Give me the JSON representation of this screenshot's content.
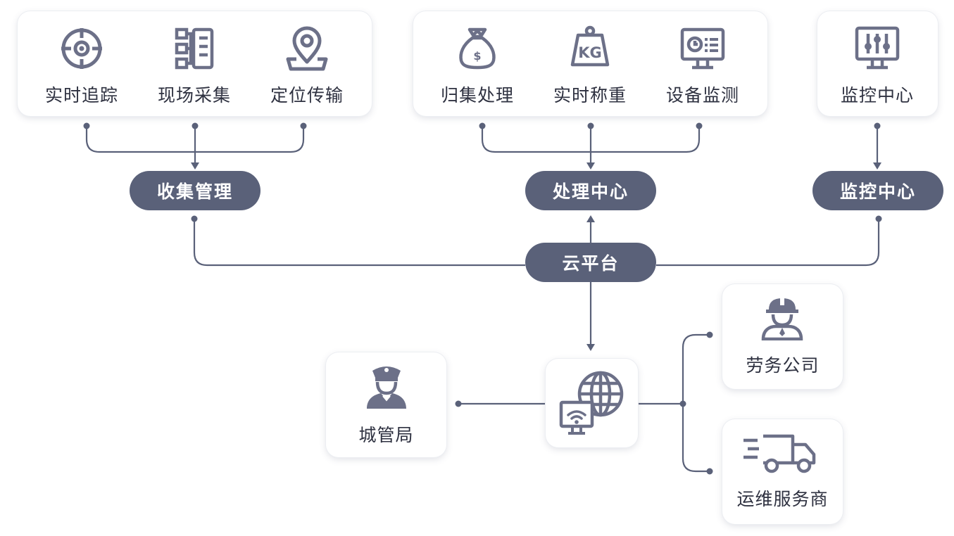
{
  "group_a": {
    "items": [
      {
        "label": "实时追踪",
        "icon": "crosshair-icon"
      },
      {
        "label": "现场采集",
        "icon": "list-collection-icon"
      },
      {
        "label": "定位传输",
        "icon": "location-pin-icon"
      }
    ],
    "hub": "收集管理"
  },
  "group_b": {
    "items": [
      {
        "label": "归集处理",
        "icon": "money-bag-icon"
      },
      {
        "label": "实时称重",
        "icon": "weight-kg-icon"
      },
      {
        "label": "设备监测",
        "icon": "monitor-dashboard-icon"
      }
    ],
    "hub": "处理中心"
  },
  "group_c": {
    "items": [
      {
        "label": "监控中心",
        "icon": "monitor-sliders-icon"
      }
    ],
    "hub": "监控中心"
  },
  "cloud": "云平台",
  "nodes": {
    "city": {
      "label": "城管局",
      "icon": "officer-icon"
    },
    "network": {
      "icon": "globe-network-icon"
    },
    "labor": {
      "label": "劳务公司",
      "icon": "worker-icon"
    },
    "ops": {
      "label": "运维服务商",
      "icon": "delivery-truck-icon"
    }
  },
  "colors": {
    "accent": "#5a6179",
    "icon": "#6c7088",
    "line": "#5a6179"
  }
}
